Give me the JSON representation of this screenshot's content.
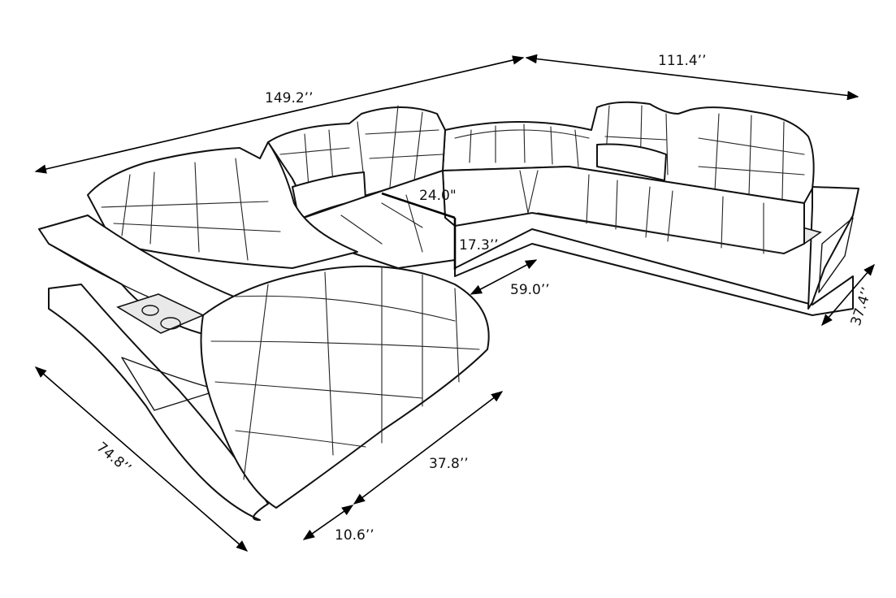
{
  "dimensions": {
    "overall_length": "149.2’’",
    "right_length": "111.4’’",
    "seat_depth": "24.0\"",
    "seat_height": "17.3’’",
    "inner_opening": "59.0’’",
    "right_depth": "37.4’’",
    "chaise_width": "37.8’’",
    "armrest_width": "10.6’’",
    "chaise_length": "74.8’’"
  },
  "colors": {
    "line": "#111111",
    "background": "#ffffff",
    "tray": "#e9e9e9"
  }
}
